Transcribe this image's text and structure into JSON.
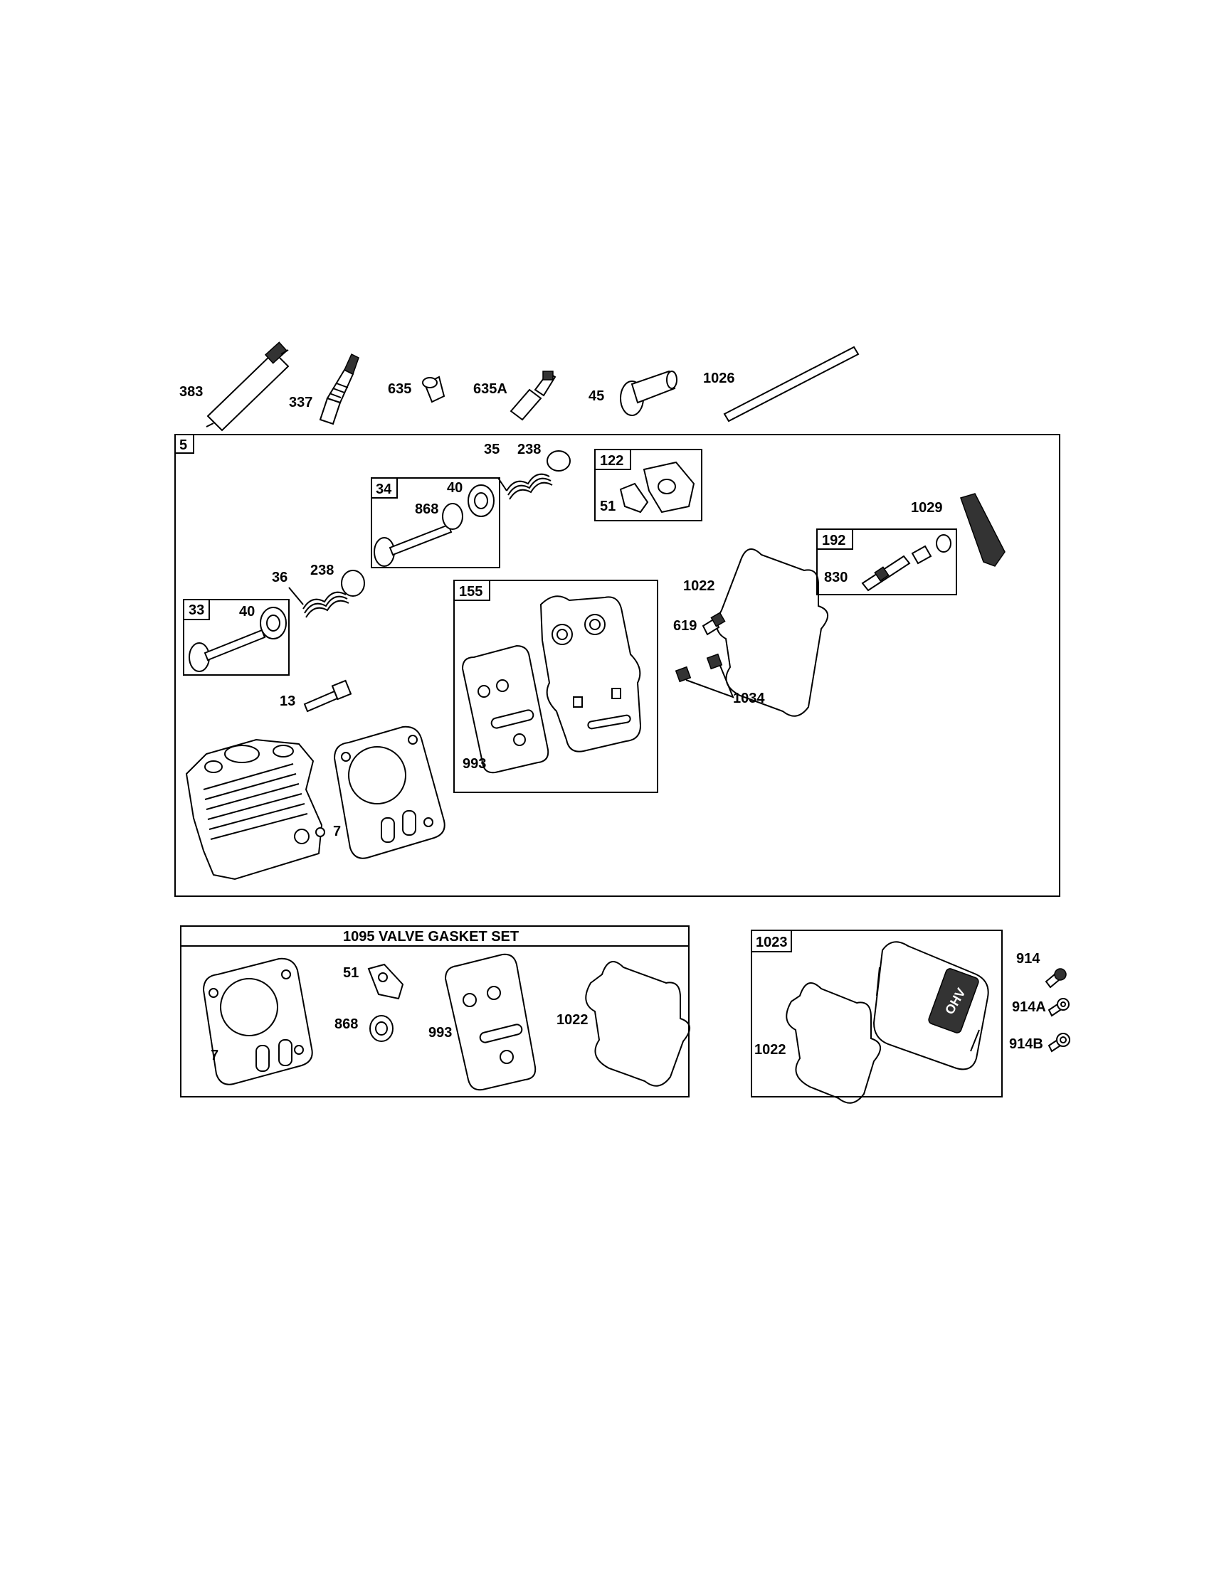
{
  "labels": {
    "p383": "383",
    "p337": "337",
    "p635": "635",
    "p635a": "635A",
    "p45": "45",
    "p1026": "1026",
    "box5": "5",
    "p35": "35",
    "p238_top": "238",
    "box122": "122",
    "p51_top": "51",
    "box34": "34",
    "p868_top": "868",
    "p40_top": "40",
    "p1029": "1029",
    "box192": "192",
    "p830": "830",
    "p1022_main": "1022",
    "p36": "36",
    "p238_mid": "238",
    "box33": "33",
    "p40_mid": "40",
    "box155": "155",
    "p619": "619",
    "p1034": "1034",
    "p13": "13",
    "p993_main": "993",
    "p7_main": "7",
    "gasket_set_title": "1095 VALVE GASKET SET",
    "p51_set": "51",
    "p868_set": "868",
    "p993_set": "993",
    "p1022_set": "1022",
    "p7_set": "7",
    "box1023": "1023",
    "p1022_cover": "1022",
    "p914": "914",
    "p914a": "914A",
    "p914b": "914B",
    "cover_logo": "OHV"
  }
}
